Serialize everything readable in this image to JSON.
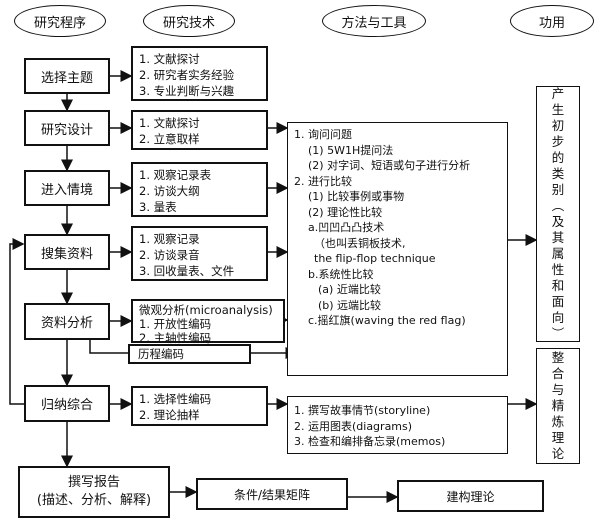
{
  "headers": {
    "procedure": "研究程序",
    "technique": "研究技术",
    "methods": "方法与工具",
    "function": "功用"
  },
  "stages": {
    "s1": "选择主题",
    "s2": "研究设计",
    "s3": "进入情境",
    "s4": "搜集资料",
    "s5": "资料分析",
    "s6": "归纳综合",
    "s7_line1": "撰写报告",
    "s7_line2": "(描述、分析、解释)"
  },
  "techniques": {
    "t1": [
      "1. 文献探讨",
      "2. 研究者实务经验",
      "3. 专业判断与兴趣"
    ],
    "t2": [
      "1. 文献探讨",
      "2. 立意取样"
    ],
    "t3": [
      "1. 观察记录表",
      "2. 访谈大纲",
      "3. 量表"
    ],
    "t4": [
      "1. 观察记录",
      "2. 访谈录音",
      "3. 回收量表、文件"
    ],
    "t5": [
      "微观分析(microanalysis)",
      "1. 开放性编码",
      "2. 主轴性编码"
    ],
    "t5b": "历程编码",
    "t6": [
      "1. 选择性编码",
      "2. 理论抽样"
    ]
  },
  "methods": {
    "m1": [
      "1.  询问问题",
      "(1) 5W1H提问法",
      "(2) 对字词、短语或句子进行分析",
      "2.  进行比较",
      "(1) 比较事例或事物",
      "(2) 理论性比较",
      "a.凹凹凸凸技术",
      "（也叫丢铜板技术,",
      "the flip-flop technique",
      "b.系统性比较",
      "(a) 近端比较",
      "(b) 远端比较",
      "c.摇红旗(waving the red flag)"
    ],
    "m2": [
      "1.  撰写故事情节(storyline)",
      "2.  运用图表(diagrams)",
      "3.  检查和编排备忘录(memos)"
    ],
    "matrix": "条件/结果矩阵",
    "theory": "建构理论"
  },
  "functions": {
    "f1": "产生初步的类别（及其属性和面向）",
    "f2": "整合与精炼理论"
  }
}
